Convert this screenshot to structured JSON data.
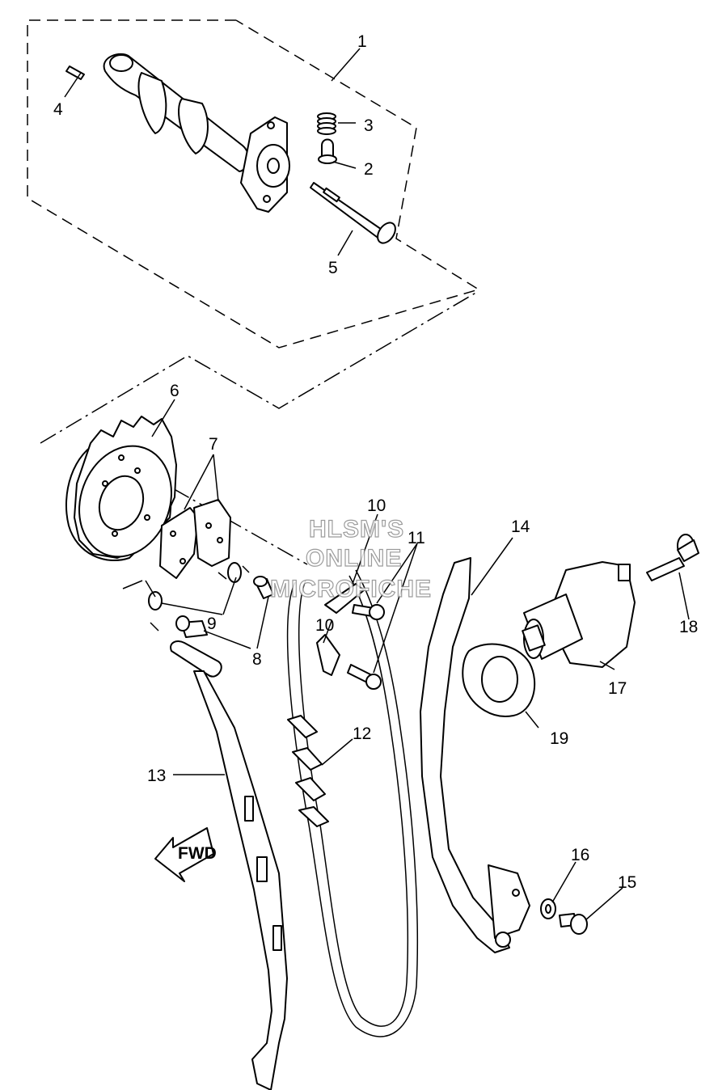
{
  "callouts": {
    "c1": "1",
    "c2": "2",
    "c3": "3",
    "c4": "4",
    "c5": "5",
    "c6": "6",
    "c7": "7",
    "c8": "8",
    "c9": "9",
    "c10a": "10",
    "c10b": "10",
    "c11": "11",
    "c12": "12",
    "c13": "13",
    "c14": "14",
    "c15": "15",
    "c16": "16",
    "c17": "17",
    "c18": "18",
    "c19": "19"
  },
  "watermark": {
    "line1": "HLSM'S",
    "line2": "ONLINE",
    "line3": "MICROFICHE"
  },
  "fwd_arrow": {
    "label": "FWD"
  }
}
